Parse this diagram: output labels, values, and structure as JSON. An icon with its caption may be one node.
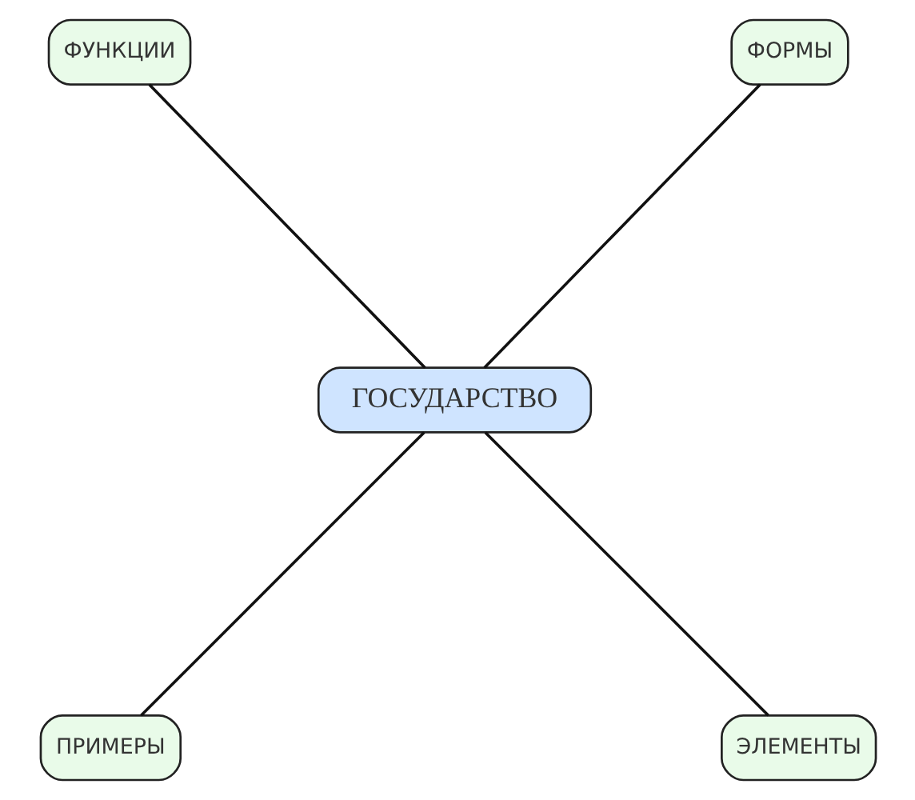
{
  "diagram": {
    "nodes": [
      {
        "text": [
          "ФУНКЦИИ"
        ]
      },
      {
        "text": [
          "ФОРМЫ"
        ]
      },
      {
        "text": [
          "ГОСУДАРСТВО"
        ]
      },
      {
        "text": [
          "ПРИМЕРЫ"
        ]
      },
      {
        "text": [
          "ЭЛЕМЕНТЫ"
        ]
      }
    ],
    "edges": [
      {
        "from": 0,
        "to": 2,
        "arrow": "none"
      },
      {
        "from": 1,
        "to": 2,
        "arrow": "none"
      },
      {
        "from": 2,
        "to": 3,
        "arrow": "none"
      },
      {
        "from": 2,
        "to": 4,
        "arrow": "none"
      }
    ]
  }
}
